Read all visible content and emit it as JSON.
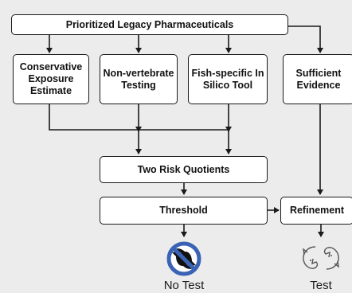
{
  "diagram": {
    "title_box": "Prioritized Legacy Pharmaceuticals",
    "exposure_box": "Conservative Exposure Estimate",
    "nonvert_box": "Non-vertebrate Testing",
    "fish_box": "Fish-specific In Silico Tool",
    "evidence_box": "Sufficient Evidence",
    "risk_box": "Two Risk Quotients",
    "threshold_box": "Threshold",
    "refinement_box": "Refinement",
    "no_test_label": "No Test",
    "test_label": "Test",
    "no_test_icon": "no-fish-icon",
    "test_icon": "fish-pair-icon",
    "colors": {
      "box_fill": "#ffffff",
      "stroke": "#1a1a1a",
      "prohibit": "#3b63b5",
      "background": "#ececec"
    }
  }
}
